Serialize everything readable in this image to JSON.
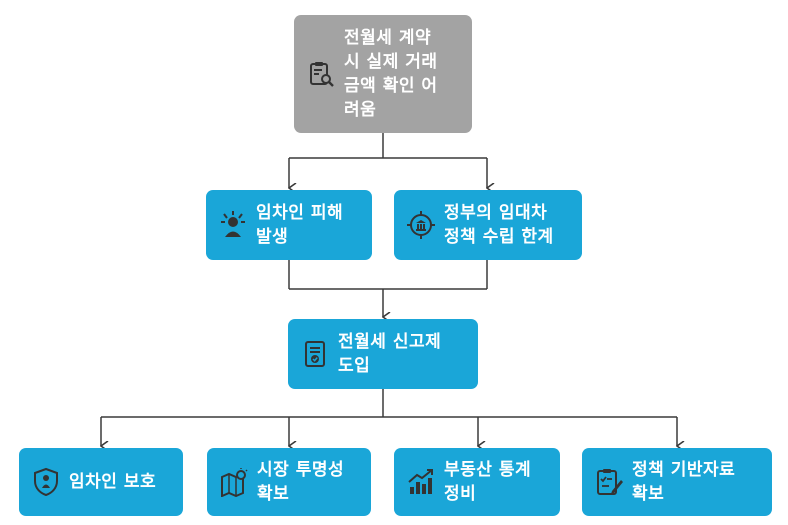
{
  "diagram": {
    "root": {
      "label": "전월세 계약\n시 실제 거래\n금액 확인 어\n려움",
      "icon": "clipboard-search-icon",
      "color": "#a3a3a3"
    },
    "causes": [
      {
        "label": "임차인 피해\n발생",
        "icon": "distressed-person-icon"
      },
      {
        "label": "정부의 임대차\n정책 수립 한계",
        "icon": "target-building-icon"
      }
    ],
    "solution": {
      "label": "전월세 신고제\n도입",
      "icon": "document-check-icon"
    },
    "effects": [
      {
        "label": "임차인 보호",
        "icon": "shield-person-icon"
      },
      {
        "label": "시장 투명성\n확보",
        "icon": "map-lightbulb-icon"
      },
      {
        "label": "부동산 통계\n정비",
        "icon": "bar-chart-growth-icon"
      },
      {
        "label": "정책 기반자료\n확보",
        "icon": "checklist-edit-icon"
      }
    ],
    "colors": {
      "box": "#1aa6d8",
      "root": "#a3a3a3",
      "line": "#3a3a3a"
    }
  }
}
